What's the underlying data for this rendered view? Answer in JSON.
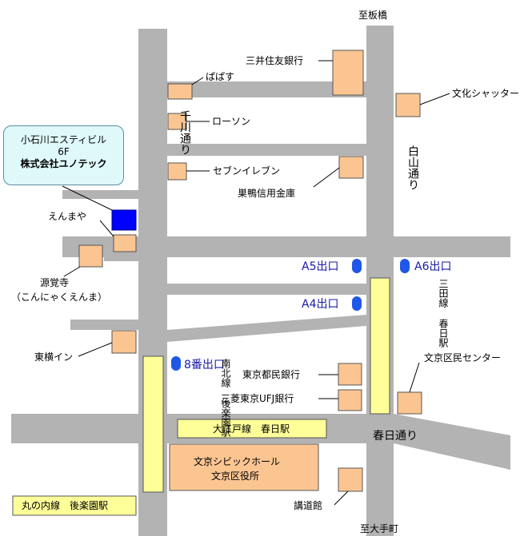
{
  "roads": {
    "north": "至板橋",
    "south": "至大手町",
    "senkawa": "千川通り",
    "hakusan": "白山通り",
    "kasuga": "春日通り"
  },
  "callout": {
    "building": "小石川エスティビル",
    "floor": "6F",
    "company": "株式会社ユノテック"
  },
  "landmarks": {
    "papasu": "ぱぱす",
    "lawson": "ローソン",
    "seven": "セブンイレブン",
    "enmaya": "えんまや",
    "genkakuji": "源覚寺",
    "genkakuji_sub": "（こんにゃくえんま）",
    "toyoko": "東横イン",
    "mitsui": "三井住友銀行",
    "bunka_shutter": "文化シャッター",
    "sugamo_shinkin": "巣鴨信用金庫",
    "tokyo_tomin": "東京都民銀行",
    "mufj": "三菱東京UFJ銀行",
    "kumin_center": "文京区民センター",
    "kodokan": "講道館",
    "civic_hall": "文京シビックホール",
    "ward_office": "文京区役所"
  },
  "exits": {
    "a5": "A5出口",
    "a6": "A6出口",
    "a4": "A4出口",
    "no8": "8番出口"
  },
  "stations": {
    "mita_kasuga": "三田線 春日駅",
    "namboku_korakuen": "南北線 後楽園駅",
    "oedo_kasuga": "大江戸線　春日駅",
    "marunouchi_korakuen": "丸の内線　後楽園駅"
  },
  "colors": {
    "road": "#b3b3b3",
    "building": "#fbc592",
    "station": "#ffff99",
    "exit_marker": "#1f58e8",
    "office": "#0000ff",
    "callout": "#dff9fb"
  }
}
